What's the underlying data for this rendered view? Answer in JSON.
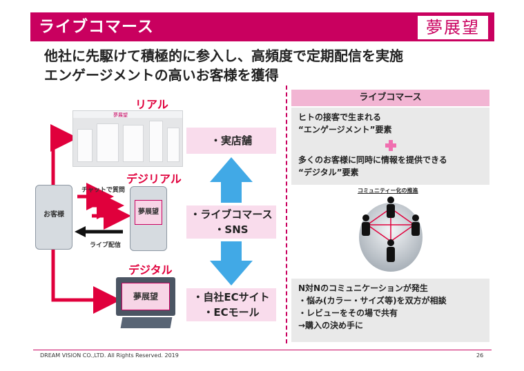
{
  "header": {
    "title": "ライブコマース",
    "logo_text": "夢展望",
    "color_accent": "#c9005f"
  },
  "headline": {
    "line1": "他社に先駆けて積極的に参入し、高頻度で定期配信を実施",
    "line2": "エンゲージメントの高いお客様を獲得"
  },
  "diagram": {
    "real_label": "リアル",
    "dejireal_label": "デジリアル",
    "digital_label": "デジタル",
    "customer_label": "お客様",
    "store_phone_label": "夢展望",
    "monitor_label": "夢展望",
    "chat_label": "チャットで質問",
    "live_label": "ライブ配信",
    "store_sign": "夢展望",
    "box_physical": "・実店舗",
    "box_live_line1": "・ライブコマース",
    "box_live_line2": "・SNS",
    "box_ec_line1": "・自社ECサイト",
    "box_ec_line2": "・ECモール"
  },
  "right_panel": {
    "title": "ライブコマース",
    "box1": {
      "line1": "ヒトの接客で生まれる",
      "line2": "“エンゲージメント”要素",
      "line3": "多くのお客様に同時に情報を提供できる",
      "line4": "“デジタル”要素"
    },
    "community_label": "コミュニティー化の推進",
    "box2": {
      "line1": "N対Nのコミュニケーションが発生",
      "line2": "・悩み(カラー・サイズ等)を双方が相談",
      "line3": "・レビューをその場で共有",
      "line4": "→購入の決め手に"
    }
  },
  "footer": {
    "copyright": "DREAM VISION CO.,LTD. All Rights Reserved. 2019",
    "page_number": "26"
  }
}
